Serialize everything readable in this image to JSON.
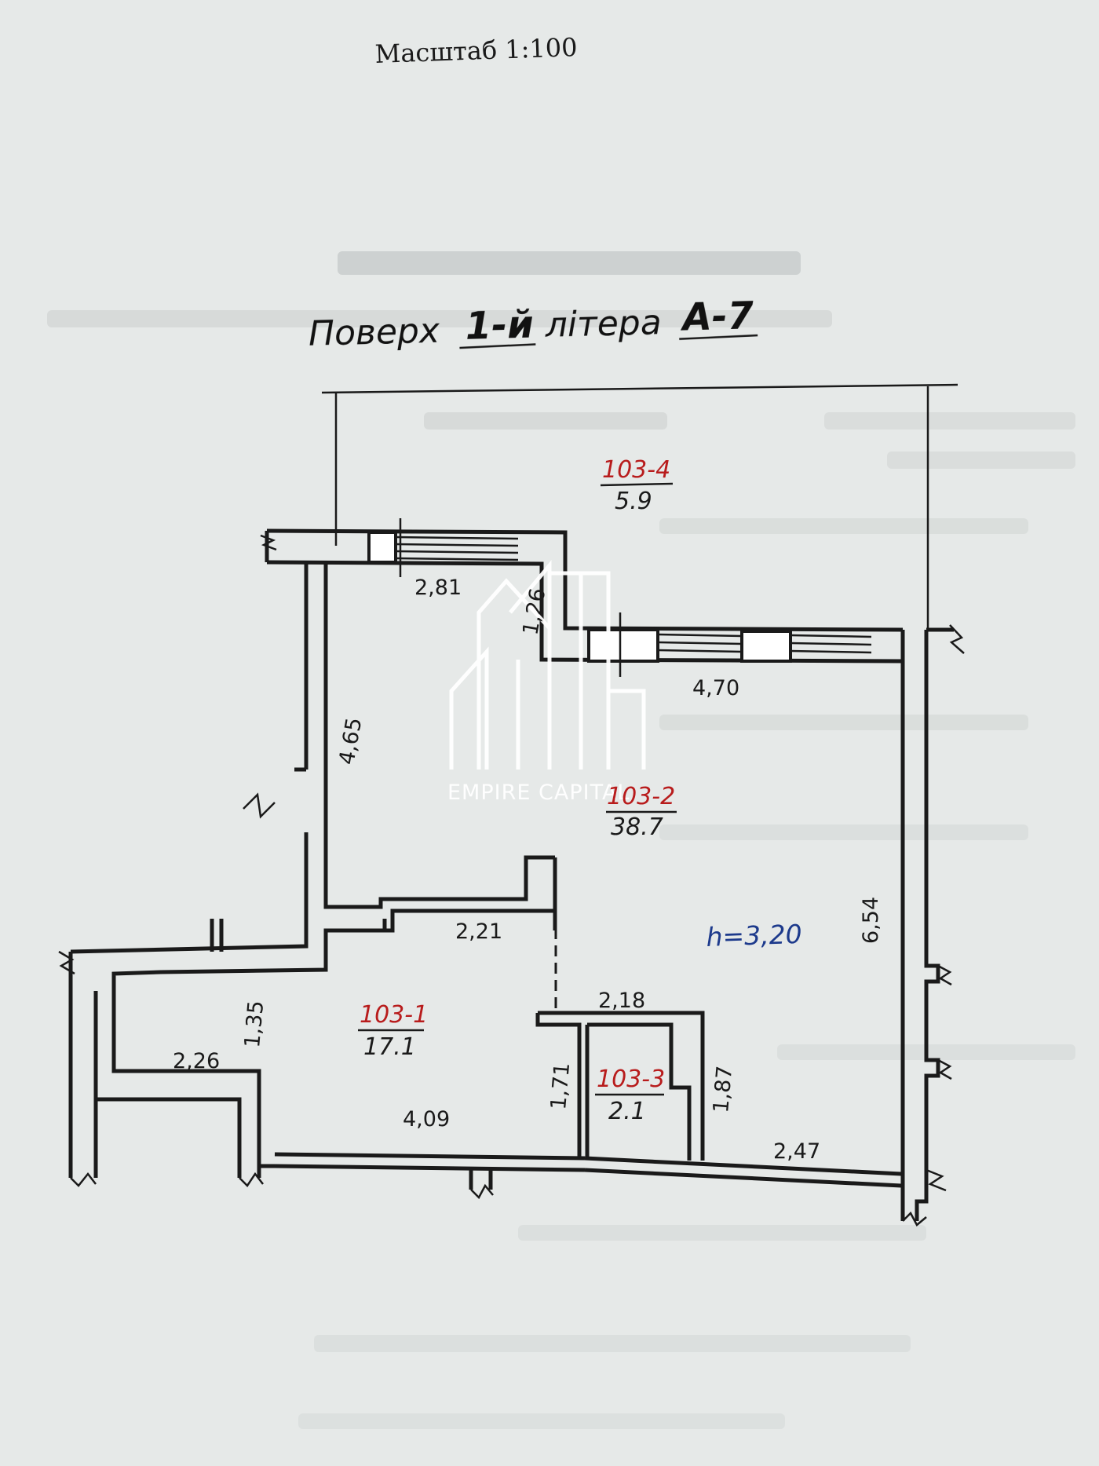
{
  "scale": "Масштаб  1:100",
  "floor_title": {
    "prefix": "Поверх",
    "floor": "1-й",
    "middle": "літера",
    "letter": "А-7"
  },
  "ceiling_height": "h=3,20",
  "rooms": [
    {
      "id": "103-1",
      "area": "17.1"
    },
    {
      "id": "103-2",
      "area": "38.7"
    },
    {
      "id": "103-3",
      "area": "2.1"
    },
    {
      "id": "103-4",
      "area": "5.9"
    }
  ],
  "dimensions": [
    "2,81",
    "1,26",
    "4,70",
    "4,65",
    "6,54",
    "2,21",
    "1,35",
    "2,26",
    "2,18",
    "1,71",
    "1,87",
    "4,09",
    "2,47"
  ],
  "watermark": "EMPIRE CAPITAL",
  "colors": {
    "paper": "#e6e9e8",
    "ink": "#1a1a1a",
    "room_id": "#b81c1c",
    "height": "#1d3a8c"
  }
}
